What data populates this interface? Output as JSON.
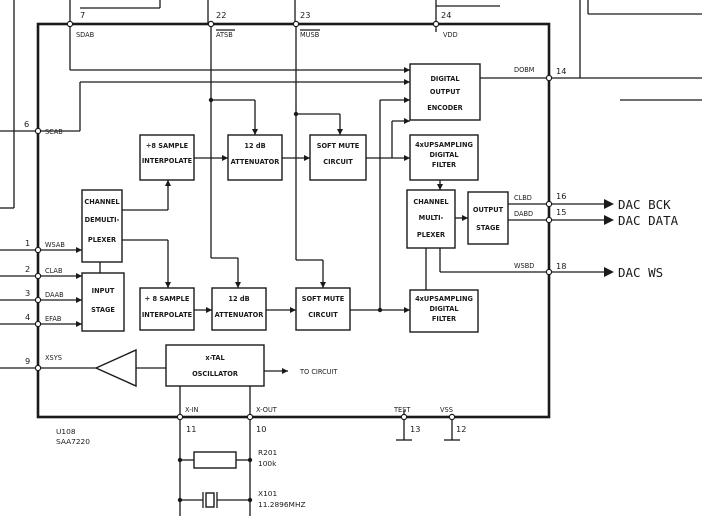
{
  "chip": {
    "ref": "U108",
    "part": "SAA7220"
  },
  "pins": {
    "p7": "7",
    "p22": "22",
    "p23": "23",
    "p24": "24",
    "p14": "14",
    "p6": "6",
    "p16": "16",
    "p15": "15",
    "p18": "18",
    "p1": "1",
    "p2": "2",
    "p3": "3",
    "p4": "4",
    "p9": "9",
    "p11": "11",
    "p10": "10",
    "p13": "13",
    "p12": "12"
  },
  "signals": {
    "sdab": "SDAB",
    "atsb": "ATSB",
    "musb": "MUSB",
    "vdd": "VDD",
    "dobm": "DOBM",
    "scab": "SCAB",
    "clbd": "CLBD",
    "dabd": "DABD",
    "wsbd": "WSBD",
    "wsab": "WSAB",
    "clab": "CLAB",
    "daab": "DAAB",
    "efab": "EFAB",
    "xsys": "XSYS",
    "x_in": "X-IN",
    "x_out": "X-OUT",
    "test": "TEST",
    "vss": "VSS"
  },
  "blocks": {
    "digital_output_encoder": [
      "DIGITAL",
      "OUTPUT",
      "ENCODER"
    ],
    "interp_top": [
      "÷8 SAMPLE",
      "INTERPOLATE"
    ],
    "atten_top": [
      "12 dB",
      "ATTENUATOR"
    ],
    "mute_top": [
      "SOFT MUTE",
      "CIRCUIT"
    ],
    "upsamp_top": [
      "4xUPSAMPLING",
      "DIGITAL",
      "FILTER"
    ],
    "demux": [
      "CHANNEL",
      "DEMULTI-",
      "PLEXER"
    ],
    "mux": [
      "CHANNEL",
      "MULTI-",
      "PLEXER"
    ],
    "output_stage": [
      "OUTPUT",
      "STAGE"
    ],
    "input_stage": [
      "INPUT",
      "STAGE"
    ],
    "interp_bot": [
      "÷ 8 SAMPLE",
      "INTERPOLATE"
    ],
    "atten_bot": [
      "12 dB",
      "ATTENUATOR"
    ],
    "mute_bot": [
      "SOFT MUTE",
      "CIRCUIT"
    ],
    "upsamp_bot": [
      "4xUPSAMPLING",
      "DIGITAL",
      "FILTER"
    ],
    "xtal_osc": [
      "x-TAL",
      "OSCILLATOR"
    ]
  },
  "outputs": {
    "dac_bck": "DAC BCK",
    "dac_data": "DAC DATA",
    "dac_ws": "DAC WS"
  },
  "to_circuit": "TO CIRCUIT",
  "r201": {
    "ref": "R201",
    "value": "100k"
  },
  "x101": {
    "ref": "X101",
    "value": "11.2896MHZ"
  }
}
